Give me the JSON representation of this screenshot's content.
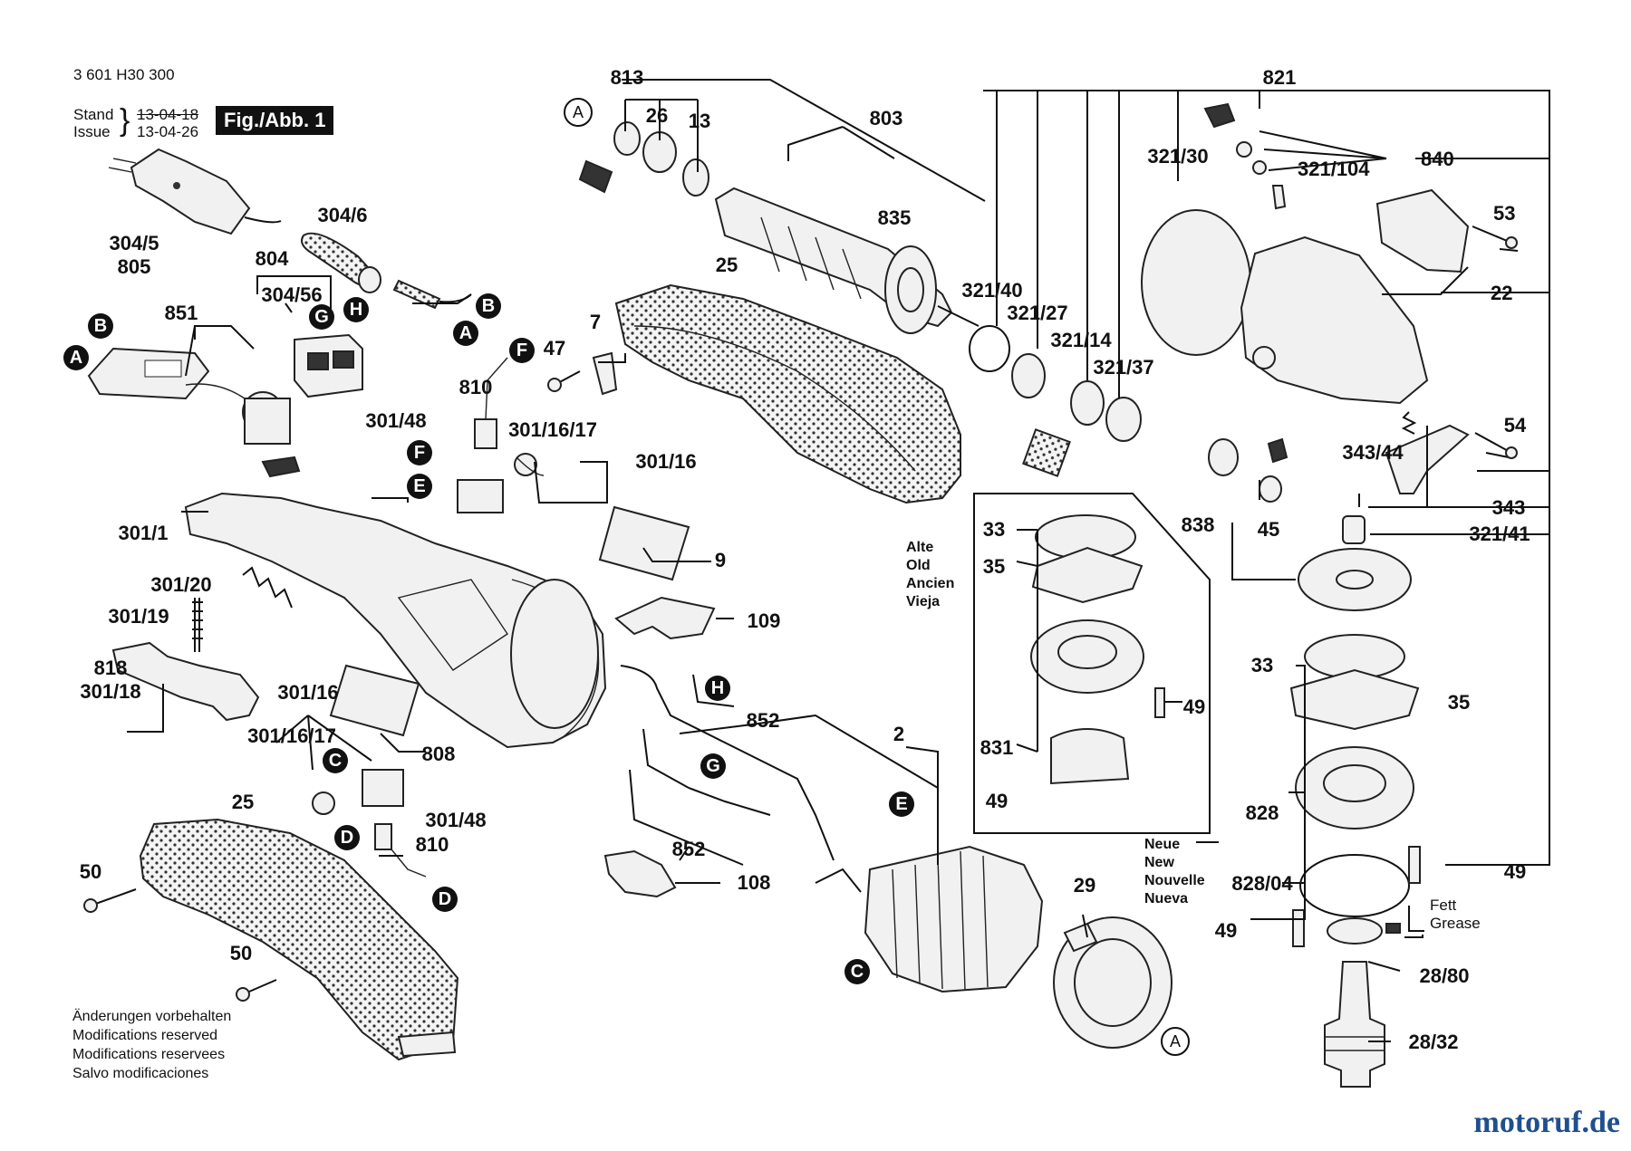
{
  "header": {
    "doc_number": "3 601 H30 300",
    "stand_label": "Stand",
    "issue_label": "Issue",
    "stand_date": "13-04-18",
    "issue_date": "13-04-26",
    "figure_badge": "Fig./Abb. 1"
  },
  "part_labels": {
    "p813": "813",
    "p26": "26",
    "p13": "13",
    "p803": "803",
    "p835": "835",
    "p821": "821",
    "p321_30": "321/30",
    "p840": "840",
    "p321_104": "321/104",
    "p53": "53",
    "p22": "22",
    "p304_6": "304/6",
    "p304_5": "304/5",
    "p805": "805",
    "p804": "804",
    "p304_56": "304/56",
    "p851": "851",
    "p25a": "25",
    "p321_40": "321/40",
    "p321_27": "321/27",
    "p321_14": "321/14",
    "p321_37": "321/37",
    "p47": "47",
    "p7": "7",
    "p810a": "810",
    "p301_48a": "301/48",
    "p301_16_17a": "301/16/17",
    "p301_16a": "301/16",
    "p343_44": "343/44",
    "p54": "54",
    "p343": "343",
    "p301_1": "301/1",
    "p838": "838",
    "p45": "45",
    "p321_41": "321/41",
    "p9": "9",
    "p33a": "33",
    "p35a": "35",
    "p301_20": "301/20",
    "p109": "109",
    "p301_19": "301/19",
    "p33b": "33",
    "p35b": "35",
    "p49a": "49",
    "p818": "818",
    "p301_18": "301/18",
    "p301_16b": "301/16",
    "p852a": "852",
    "p2": "2",
    "p301_16_17b": "301/16/17",
    "p808": "808",
    "p831": "831",
    "p828": "828",
    "p25b": "25",
    "p49b": "49",
    "p301_48b": "301/48",
    "p810b": "810",
    "p852b": "852",
    "p29": "29",
    "p50a": "50",
    "p108": "108",
    "p49c": "49",
    "p828_04": "828/04",
    "p49d": "49",
    "p50b": "50",
    "p28_80": "28/80",
    "p28_32": "28/32"
  },
  "callouts": [
    "A",
    "B",
    "C",
    "D",
    "E",
    "F",
    "G",
    "H"
  ],
  "variant_old": {
    "l1": "Alte",
    "l2": "Old",
    "l3": "Ancien",
    "l4": "Vieja"
  },
  "variant_new": {
    "l1": "Neue",
    "l2": "New",
    "l3": "Nouvelle",
    "l4": "Nueva"
  },
  "grease_note": {
    "l1": "Fett",
    "l2": "Grease"
  },
  "footer_notes": {
    "de": "Änderungen vorbehalten",
    "en": "Modifications reserved",
    "fr": "Modifications reservees",
    "es": "Salvo modificaciones"
  },
  "watermark": "motoruf.de",
  "colors": {
    "ink": "#111111",
    "watermark_orange": "#e07a1f",
    "watermark_blue": "#1f4f8f"
  }
}
